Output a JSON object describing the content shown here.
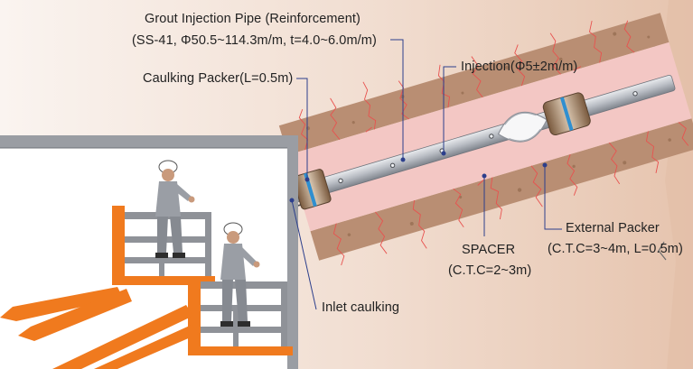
{
  "labels": {
    "grout_pipe_title": "Grout Injection Pipe (Reinforcement)",
    "grout_pipe_spec": "(SS-41, Φ50.5~114.3m/m, t=4.0~6.0m/m)",
    "caulking_packer": "Caulking Packer(L=0.5m)",
    "injection": "Injection(Φ5±2m/m)",
    "external_packer": "External Packer",
    "external_packer_spec": "(C.T.C=3~4m, L=0.5m)",
    "spacer": "SPACER",
    "spacer_spec": "(C.T.C=2~3m)",
    "inlet_caulking": "Inlet caulking"
  },
  "colors": {
    "background_light": "#f6ece6",
    "background_warm": "#e8c9b6",
    "rock_band": "#b98e73",
    "grout_zone": "#f3c7c4",
    "pipe": "#c9ccd2",
    "crack_lines": "#e8524f",
    "leader_lines": "#2c3f8c",
    "lift_orange": "#f07a1e",
    "rail_gray": "#8f9298",
    "worker_gray": "#9a9ea5",
    "helmet_white": "#ffffff"
  }
}
